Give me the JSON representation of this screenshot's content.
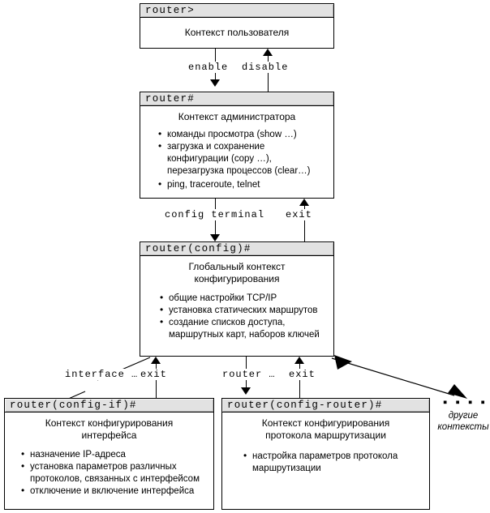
{
  "diagram": {
    "title": "Router CLI context hierarchy",
    "boxes": {
      "user": {
        "prompt": "router>",
        "title": "Контекст пользователя",
        "bullets": []
      },
      "admin": {
        "prompt": "router#",
        "title": "Контекст администратора",
        "bullets": [
          "команды просмотра (show …)",
          "загрузка и сохранение конфигурации (copy …), перезагрузка процессов (clear…)",
          "ping, traceroute, telnet"
        ]
      },
      "global_config": {
        "prompt": "router(config)#",
        "title": "Глобальный контекст конфигурирования",
        "bullets": [
          "общие настройки TCP/IP",
          "установка статических маршрутов",
          "создание списков доступа, маршрутных карт, наборов ключей"
        ]
      },
      "config_if": {
        "prompt": "router(config-if)#",
        "title": "Контекст конфигурирования интерфейса",
        "bullets": [
          "назначение IP-адреса",
          "установка параметров различных протоколов, связанных с интерфейсом",
          "отключение и включение интерфейса"
        ]
      },
      "config_router": {
        "prompt": "router(config-router)#",
        "title": "Контекст конфигурирования протокола маршрутизации",
        "bullets": [
          "настройка параметров протокола маршрутизации"
        ]
      }
    },
    "edges": {
      "enable": "enable",
      "disable": "disable",
      "config_terminal": "config terminal",
      "exit_admin": "exit",
      "interface": "interface …",
      "exit_if": "exit",
      "router": "router …",
      "exit_router": "exit"
    },
    "other_contexts": {
      "dots": "▪ ▪ ▪ ▪ ▪ ▪",
      "line1": "другие",
      "line2": "контексты"
    },
    "colors": {
      "header_gray": "#e2e2e2",
      "line_black": "#000000",
      "background": "#ffffff"
    }
  }
}
